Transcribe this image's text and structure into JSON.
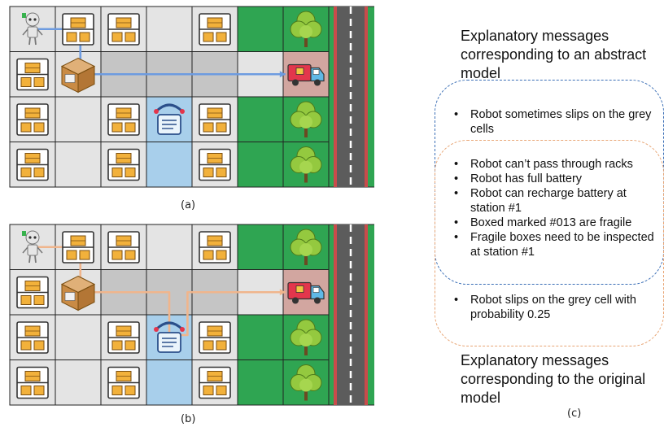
{
  "panel_a": {
    "caption": "(a)"
  },
  "panel_b": {
    "caption": "(b)"
  },
  "panel_c": {
    "caption": "(c)",
    "abstract_heading": [
      "Explanatory messages",
      "corresponding to an abstract",
      "model"
    ],
    "original_heading": [
      "Explanatory messages",
      "corresponding to the original",
      "model"
    ],
    "abstract_only_messages": [
      "Robot sometimes slips on the grey cells"
    ],
    "shared_messages": [
      "Robot can’t pass through racks",
      "Robot has full battery",
      "Robot can recharge battery at station #1",
      "Boxed marked #013 are fragile",
      "Fragile boxes need to be inspected at station #1"
    ],
    "original_only_messages": [
      "Robot slips on the grey cell with probability 0.25"
    ]
  },
  "map": {
    "rows": [
      [
        "robot",
        "rack",
        "rack",
        "empty",
        "rack",
        "green",
        "tree"
      ],
      [
        "rack",
        "box",
        "grey",
        "grey",
        "grey",
        "empty",
        "truck"
      ],
      [
        "rack",
        "empty",
        "rack",
        "station",
        "rack",
        "green",
        "tree"
      ],
      [
        "rack",
        "empty",
        "rack",
        "blue",
        "rack",
        "green",
        "tree"
      ]
    ],
    "colors": {
      "empty": "#e4e4e4",
      "grey": "#c5c5c5",
      "green": "#2fa552",
      "blue": "#a8cfeb",
      "truck_cell": "#d2a6a0",
      "road": "#5c5c5c",
      "path_a": "#6d9be0",
      "path_b": "#f0b58c",
      "group_abstract": "#3b6fb6",
      "group_original": "#e8a574"
    }
  }
}
